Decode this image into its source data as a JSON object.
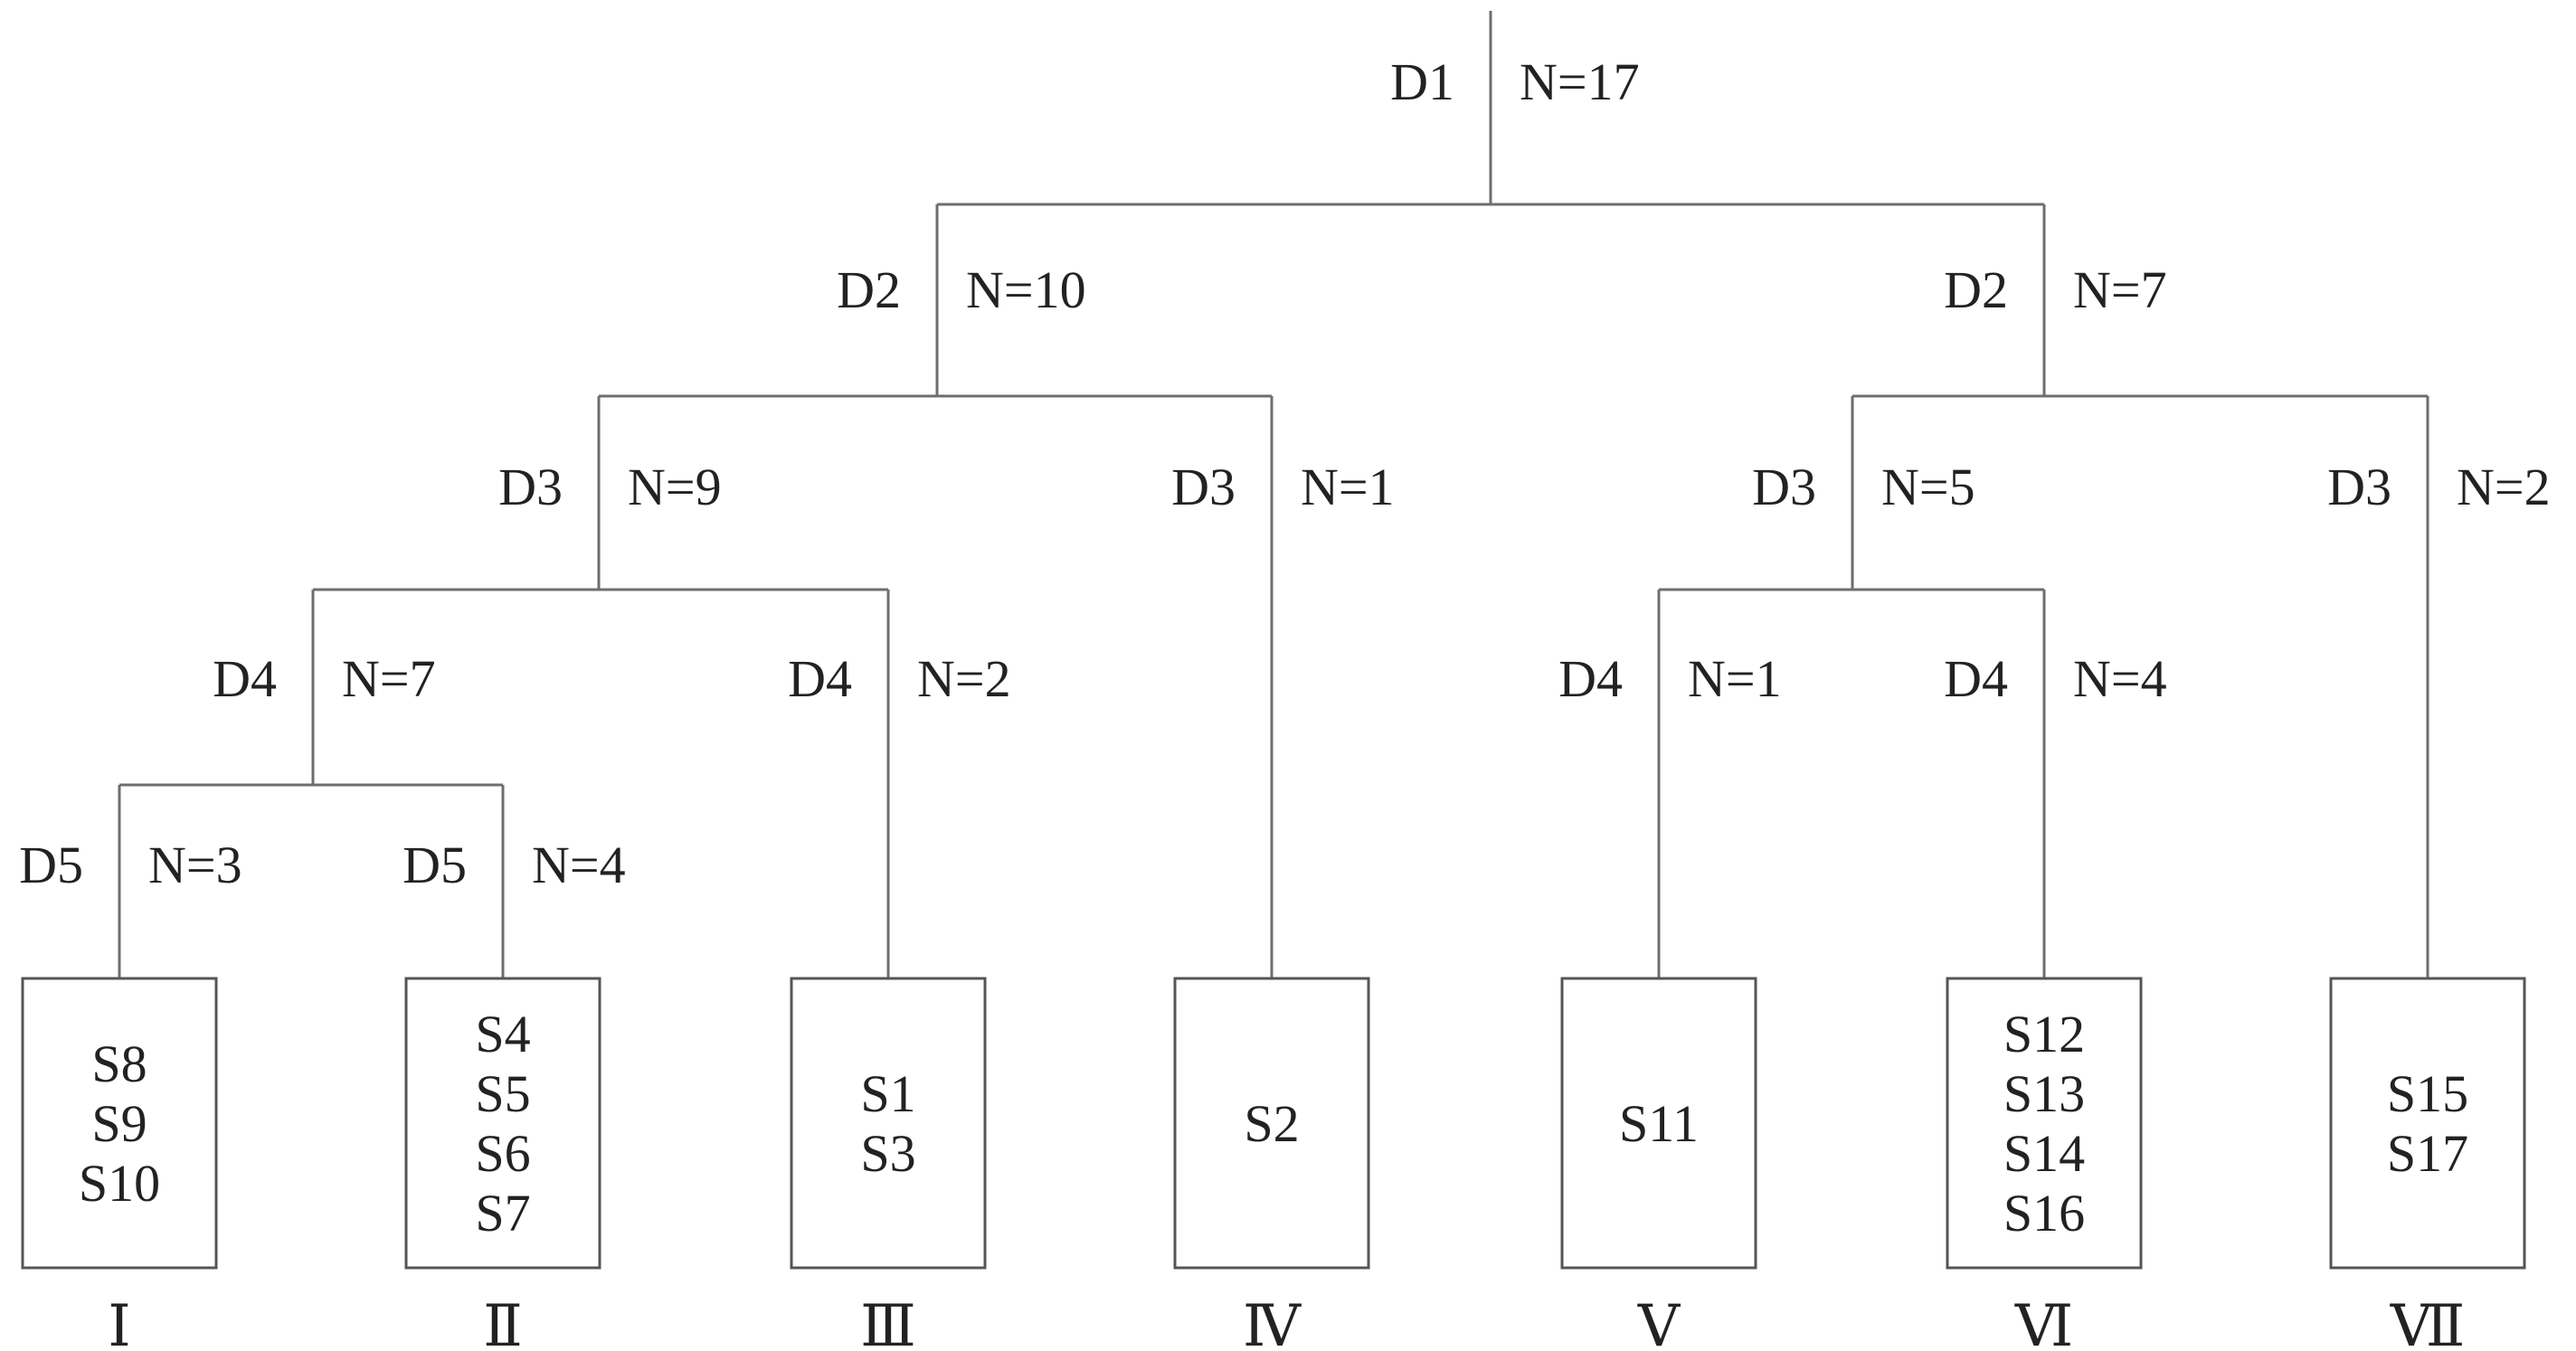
{
  "nodes": [
    {
      "id": "root",
      "split": "D1",
      "n": "N=17"
    },
    {
      "id": "L",
      "split": "D2",
      "n": "N=10"
    },
    {
      "id": "R",
      "split": "D2",
      "n": "N=7"
    },
    {
      "id": "LL",
      "split": "D3",
      "n": "N=9"
    },
    {
      "id": "LR",
      "split": "D3",
      "n": "N=1"
    },
    {
      "id": "RL",
      "split": "D3",
      "n": "N=5"
    },
    {
      "id": "RR",
      "split": "D3",
      "n": "N=2"
    },
    {
      "id": "LLL",
      "split": "D4",
      "n": "N=7"
    },
    {
      "id": "LLR",
      "split": "D4",
      "n": "N=2"
    },
    {
      "id": "RLL",
      "split": "D4",
      "n": "N=1"
    },
    {
      "id": "RLR",
      "split": "D4",
      "n": "N=4"
    },
    {
      "id": "LLLL",
      "split": "D5",
      "n": "N=3"
    },
    {
      "id": "LLLR",
      "split": "D5",
      "n": "N=4"
    }
  ],
  "clusters": [
    {
      "numeral": "Ⅰ",
      "members": [
        "S8",
        "S9",
        "S10"
      ]
    },
    {
      "numeral": "Ⅱ",
      "members": [
        "S4",
        "S5",
        "S6",
        "S7"
      ]
    },
    {
      "numeral": "Ⅲ",
      "members": [
        "S1",
        "S3"
      ]
    },
    {
      "numeral": "Ⅳ",
      "members": [
        "S2"
      ]
    },
    {
      "numeral": "Ⅴ",
      "members": [
        "S11"
      ]
    },
    {
      "numeral": "Ⅵ",
      "members": [
        "S12",
        "S13",
        "S14",
        "S16"
      ]
    },
    {
      "numeral": "Ⅶ",
      "members": [
        "S15",
        "S17"
      ]
    }
  ]
}
